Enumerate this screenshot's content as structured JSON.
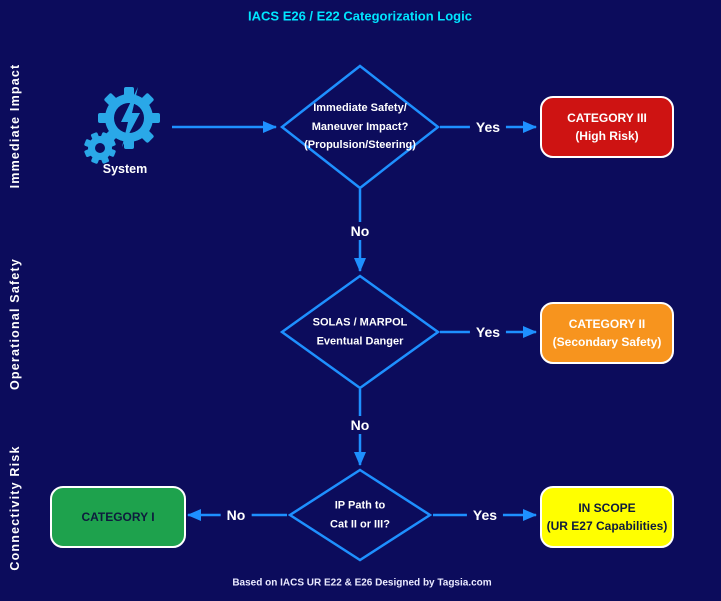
{
  "title": "IACS E26 / E22 Categorization Logic",
  "footer": "Based on IACS UR E22 & E26 Designed by Tagsia.com",
  "row_labels": [
    {
      "label": "Immediate Impact"
    },
    {
      "label": "Operational Safety"
    },
    {
      "label": "Connectivity Risk"
    }
  ],
  "system": {
    "label": "System"
  },
  "decisions": {
    "d1": "Immediate Safety/\nManeuver Impact?\n(Propulsion/Steering)",
    "d2": "SOLAS / MARPOL\nEventual Danger",
    "d3": "IP Path to\nCat II or III?"
  },
  "edges": {
    "yes1": "Yes",
    "yes2": "Yes",
    "yes3": "Yes",
    "no1": "No",
    "no2": "No",
    "no3": "No"
  },
  "outcomes": {
    "cat3": "CATEGORY III\n(High Risk)",
    "cat2": "CATEGORY II\n(Secondary Safety)",
    "cat1": "CATEGORY I",
    "inscope": "IN SCOPE\n(UR E27 Capabilities)"
  },
  "colors": {
    "background": "#0c0c5c",
    "accent": "#1e90ff",
    "titlecolor": "#00e5ff",
    "icon": "#2aa8e8",
    "cat3": "#ce1312",
    "cat2": "#f7941e",
    "cat1": "#1ea24d",
    "inscope": "#ffff00",
    "darktext": "#0e1b3d"
  }
}
